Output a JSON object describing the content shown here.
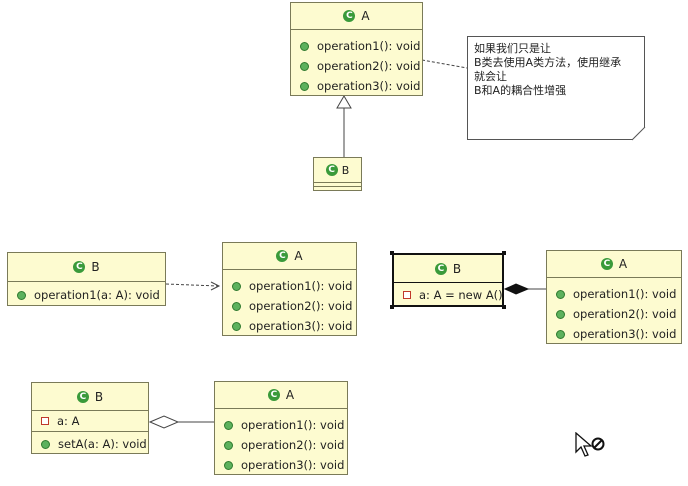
{
  "diagram": {
    "top": {
      "class_a": {
        "name": "A",
        "operations": [
          "operation1(): void",
          "operation2(): void",
          "operation3(): void"
        ]
      },
      "class_b": {
        "name": "B"
      },
      "note": {
        "lines": [
          "如果我们只是让",
          "B类去使用A类方法，使用继承",
          "就会让",
          "B和A的耦合性增强"
        ]
      }
    },
    "dependency": {
      "class_b": {
        "name": "B",
        "operations": [
          "operation1(a: A): void"
        ]
      },
      "class_a": {
        "name": "A",
        "operations": [
          "operation1(): void",
          "operation2(): void",
          "operation3(): void"
        ]
      }
    },
    "composition": {
      "class_b": {
        "name": "B",
        "attributes": [
          "a: A = new A()"
        ]
      },
      "class_a": {
        "name": "A",
        "operations": [
          "operation1(): void",
          "operation2(): void",
          "operation3(): void"
        ]
      }
    },
    "aggregation": {
      "class_b": {
        "name": "B",
        "attributes": [
          "a: A"
        ],
        "operations": [
          "setA(a: A): void"
        ]
      },
      "class_a": {
        "name": "A",
        "operations": [
          "operation1(): void",
          "operation2(): void",
          "operation3(): void"
        ]
      }
    },
    "class_icon_glyph": "C",
    "colors": {
      "class_fill": "#fdfbd0",
      "class_border": "#7a7a58",
      "class_icon": "#3a9a3a"
    }
  }
}
